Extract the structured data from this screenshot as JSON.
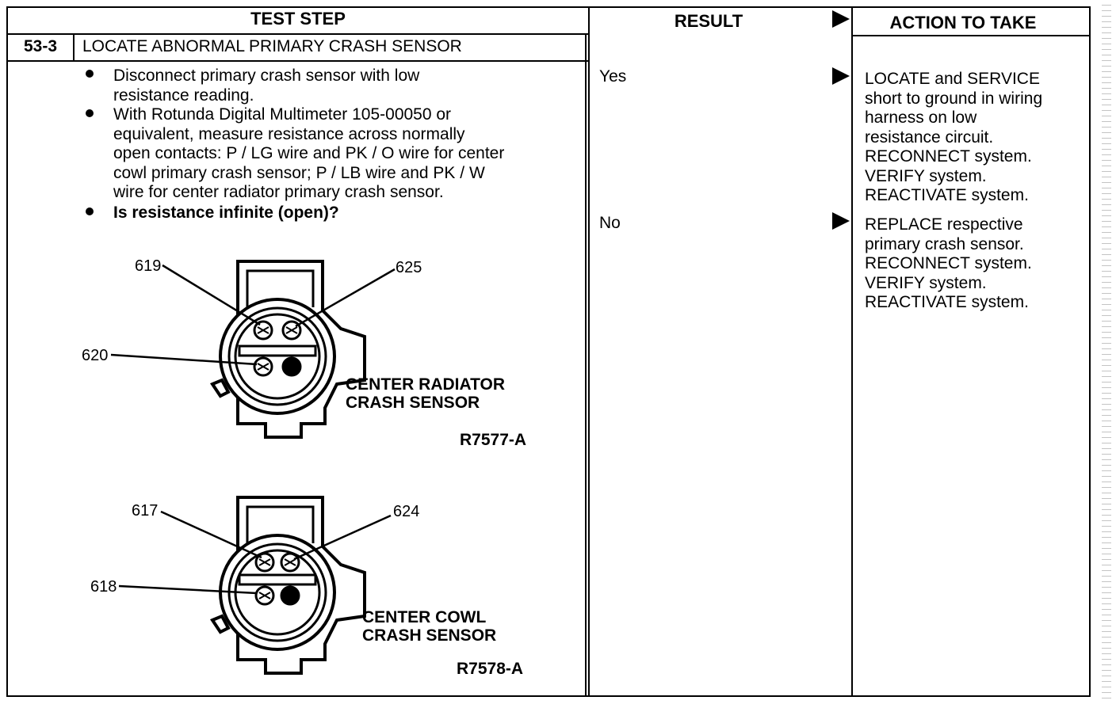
{
  "header": {
    "test_step": "TEST STEP",
    "result": "RESULT",
    "action": "ACTION TO TAKE"
  },
  "step": {
    "number": "53-3",
    "title": "LOCATE ABNORMAL PRIMARY CRASH SENSOR"
  },
  "bullets": [
    {
      "lines": [
        "Disconnect primary crash sensor with low",
        "resistance reading."
      ]
    },
    {
      "lines": [
        "With Rotunda Digital Multimeter 105-00050 or",
        "equivalent, measure resistance across normally",
        "open contacts: P / LG wire and PK / O wire for center",
        "cowl primary crash sensor; P / LB wire and PK / W",
        "wire for center radiator primary crash sensor."
      ]
    },
    {
      "lines": [
        "Is resistance infinite (open)?"
      ]
    }
  ],
  "diagram1": {
    "labels": {
      "a": "619",
      "b": "625",
      "c": "620"
    },
    "caption": [
      "CENTER RADIATOR",
      "CRASH SENSOR"
    ],
    "ref": "R7577-A"
  },
  "diagram2": {
    "labels": {
      "a": "617",
      "b": "624",
      "c": "618"
    },
    "caption": [
      "CENTER COWL",
      "CRASH SENSOR"
    ],
    "ref": "R7578-A"
  },
  "results": [
    {
      "label": "Yes",
      "action": [
        "LOCATE and SERVICE",
        "short to ground in wiring",
        "harness on low",
        "resistance circuit.",
        "RECONNECT system.",
        "VERIFY system.",
        "REACTIVATE system."
      ]
    },
    {
      "label": "No",
      "action": [
        "REPLACE respective",
        "primary crash sensor.",
        "RECONNECT system.",
        "VERIFY system.",
        "REACTIVATE system."
      ]
    }
  ]
}
